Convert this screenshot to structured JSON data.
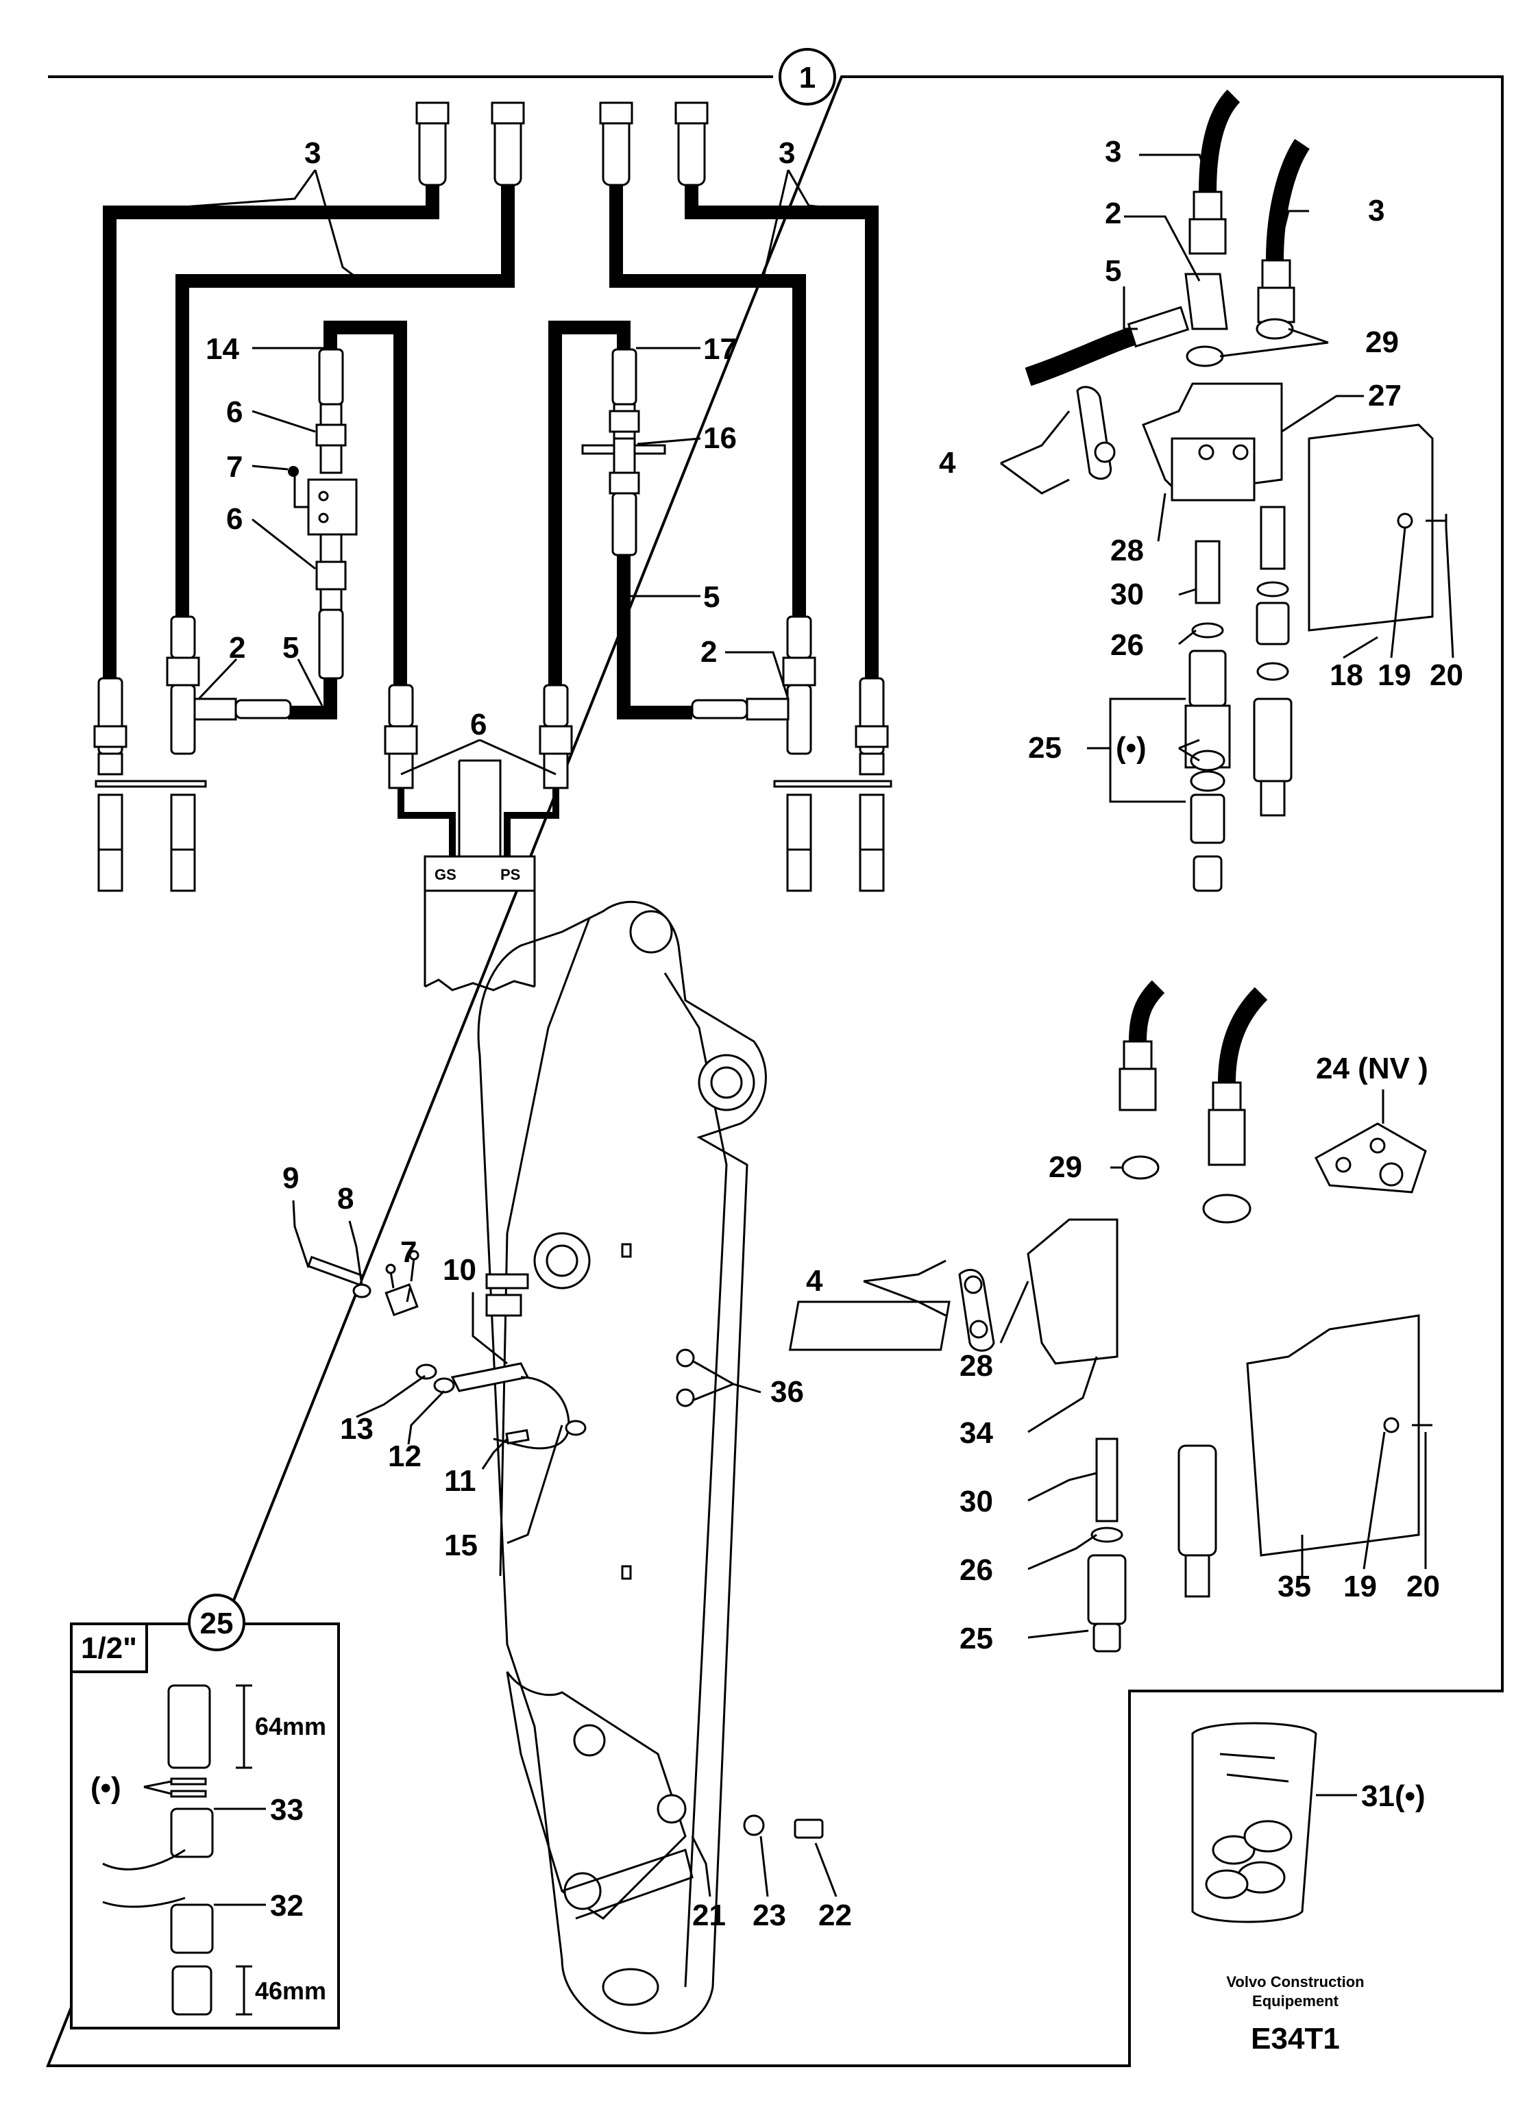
{
  "diagram": {
    "main_callout": "1",
    "labels": {
      "hose_3_left": "3",
      "hose_3_right": "3",
      "item_14": "14",
      "item_6_upper": "6",
      "item_7_upper": "7",
      "item_6_lower": "6",
      "item_2_left": "2",
      "item_5_left": "5",
      "item_6_center": "6",
      "item_17": "17",
      "item_16": "16",
      "item_5_right": "5",
      "item_2_right": "2",
      "detail_3_a": "3",
      "detail_3_b": "3",
      "detail_2": "2",
      "detail_5": "5",
      "detail_29": "29",
      "detail_27": "27",
      "detail_4": "4",
      "detail_28": "28",
      "detail_30": "30",
      "detail_26": "26",
      "detail_25": "25",
      "detail_dot": "(•)",
      "detail_18": "18",
      "detail_19": "19",
      "detail_20": "20",
      "nv_label": "24 (NV )",
      "lower_29": "29",
      "lower_4": "4",
      "lower_28": "28",
      "lower_34": "34",
      "lower_30": "30",
      "lower_26": "26",
      "lower_25": "25",
      "lower_35": "35",
      "lower_19": "19",
      "lower_20": "20",
      "item_9": "9",
      "item_8": "8",
      "item_7": "7",
      "item_10": "10",
      "item_13": "13",
      "item_12": "12",
      "item_11": "11",
      "item_15": "15",
      "item_36": "36",
      "item_21": "21",
      "item_23": "23",
      "item_22": "22",
      "kit_31": "31(•)"
    },
    "valve_ports": {
      "gs": "GS",
      "ps": "PS"
    },
    "inset": {
      "callout": "25",
      "size": "1/2\"",
      "dim_top": "64mm",
      "dot_label": "(•)",
      "item_33": "33",
      "item_32": "32",
      "dim_bottom": "46mm"
    },
    "footer": {
      "company_line1": "Volvo Construction",
      "company_line2": "Equipement",
      "code": "E34T1"
    }
  }
}
